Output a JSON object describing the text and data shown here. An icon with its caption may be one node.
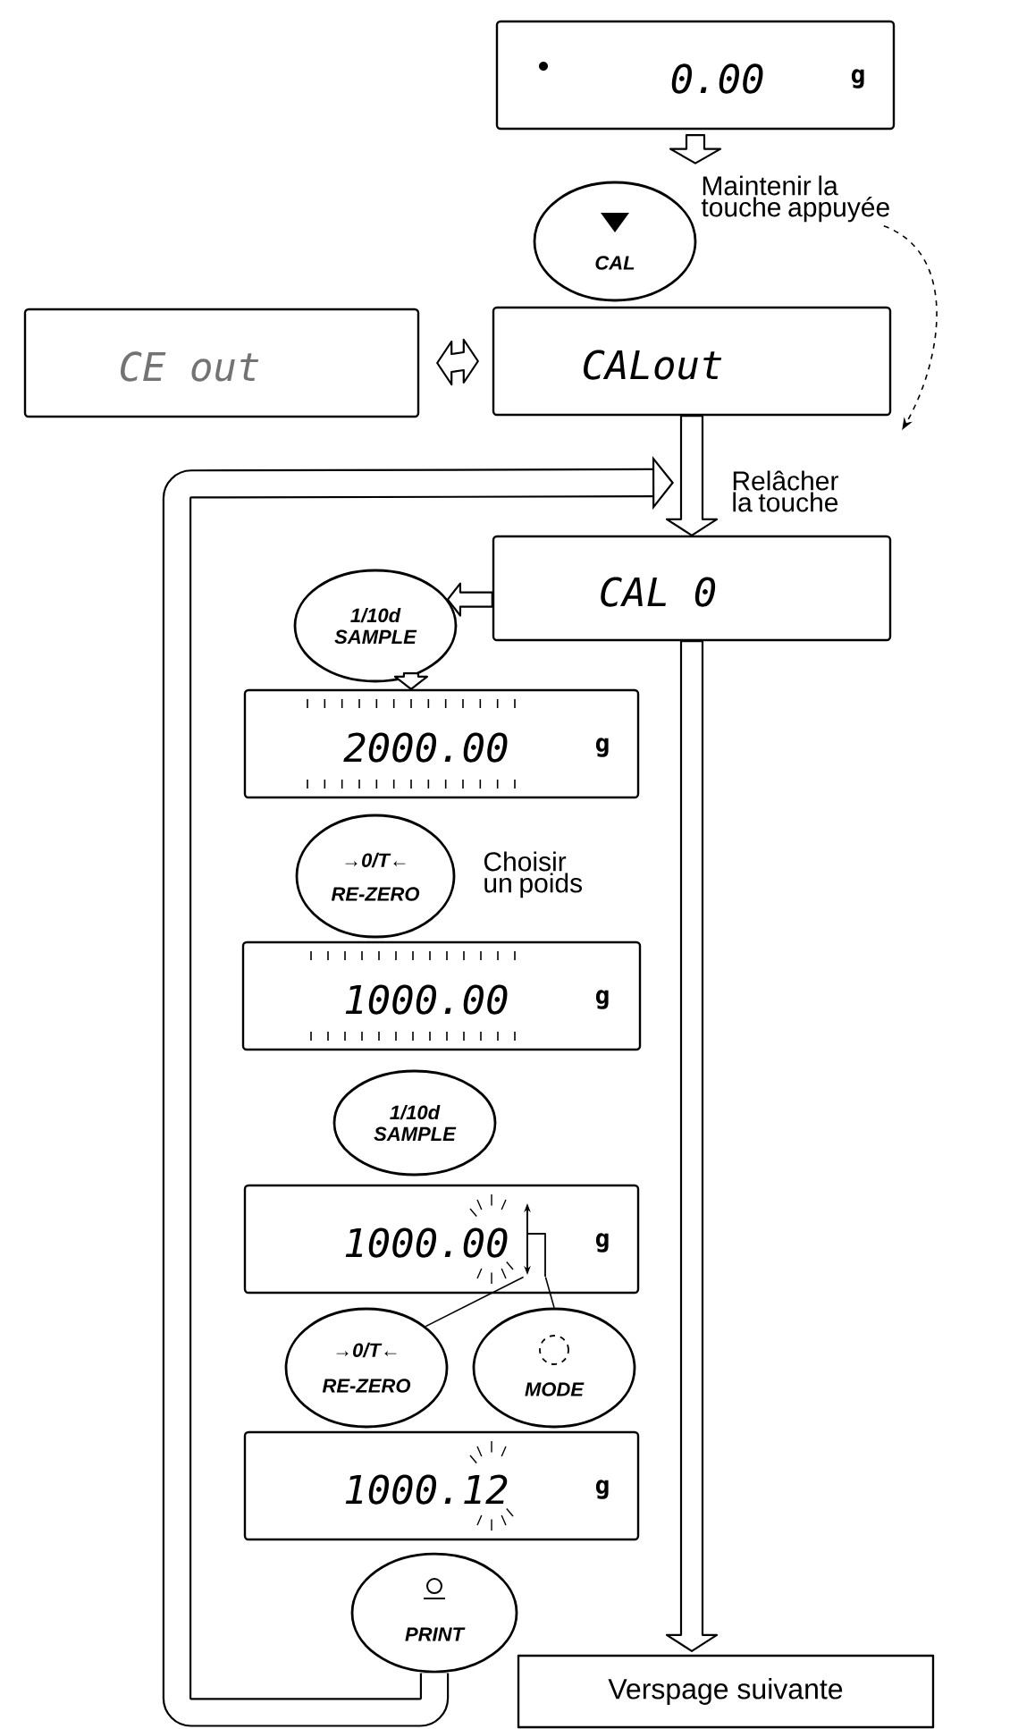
{
  "diagram": {
    "nodes": [
      {
        "text": [
          "0.00",
          "g"
        ]
      },
      {
        "text": [
          "CAL"
        ],
        "beside": [
          "Maintenir la touche appuyée"
        ]
      },
      {
        "text": [
          "CE out"
        ]
      },
      {
        "text": [
          "CALout"
        ]
      },
      {
        "text": [
          "CAL 0"
        ]
      },
      {
        "text": [
          "1/10d SAMPLE"
        ]
      },
      {
        "text": [
          "2000.00",
          "g"
        ]
      },
      {
        "text": [
          "→0/T←",
          "RE-ZERO"
        ],
        "beside": [
          "Choisir un poids"
        ]
      },
      {
        "text": [
          "1000.00",
          "g"
        ]
      },
      {
        "text": [
          "1/10d SAMPLE"
        ]
      },
      {
        "text": [
          "1000.00",
          "g"
        ]
      },
      {
        "text": [],
        "shape": "picture",
        "in": 10
      },
      {
        "text": [
          "→0/T←",
          "RE-ZERO"
        ]
      },
      {
        "text": [
          "MODE"
        ]
      },
      {
        "text": [
          "1000.12",
          "g"
        ]
      },
      {
        "text": [
          "PRINT"
        ]
      },
      {
        "text": [
          "Verspage suivante"
        ]
      }
    ],
    "edges": [
      {
        "from": 0,
        "to": 1,
        "arrow": "to",
        "style": "thick"
      },
      {
        "from": 1,
        "to": 3,
        "arrow": "to",
        "style": "dashed"
      },
      {
        "from": 2,
        "to": 3,
        "arrow": "both",
        "style": "thick"
      },
      {
        "from": 3,
        "to": 4,
        "arrow": "to",
        "style": "thick",
        "label": "Relâcher la touche"
      },
      {
        "from": 4,
        "to": 5,
        "arrow": "to",
        "style": "thick"
      },
      {
        "from": 5,
        "to": 6,
        "arrow": "to",
        "style": "thick"
      },
      {
        "from": 4,
        "to": 16,
        "arrow": "to",
        "style": "thick"
      },
      {
        "from": 15,
        "to": null,
        "arrow": "to",
        "style": "thick"
      },
      {
        "from": 11,
        "to": 12,
        "arrow": "none"
      },
      {
        "from": 11,
        "to": 13,
        "arrow": "none"
      }
    ]
  }
}
